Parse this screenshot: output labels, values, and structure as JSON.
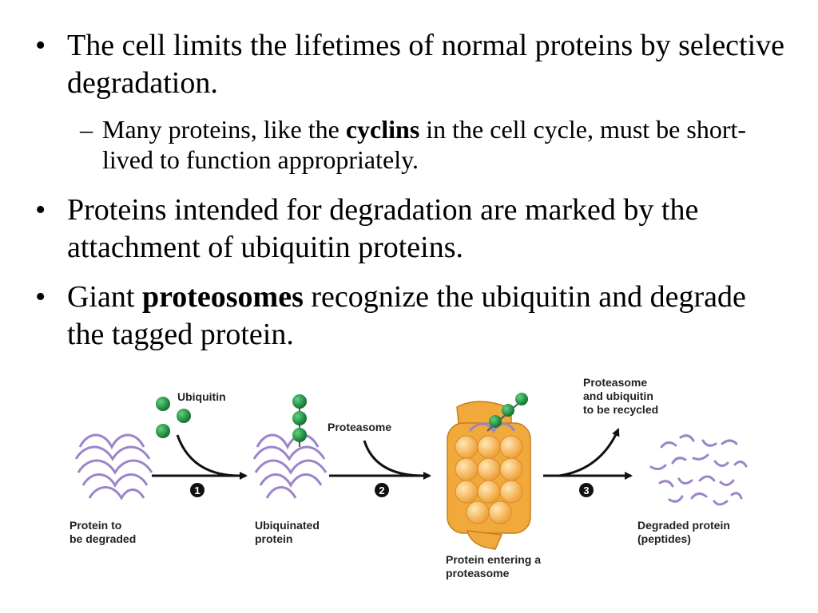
{
  "bullets": [
    {
      "text": "The cell limits the lifetimes of normal proteins by selective degradation."
    },
    {
      "text": "Proteins intended for degradation are marked by the attachment of ubiquitin proteins."
    },
    {
      "pre": "Giant ",
      "bold": "proteosomes",
      "post": " recognize the ubiquitin and degrade the tagged protein."
    }
  ],
  "sub_bullet": {
    "pre": "Many proteins, like the ",
    "bold": "cyclins",
    "post": " in the cell cycle, must be short-lived to function appropriately."
  },
  "symbols": {
    "bullet": "•",
    "dash": "–"
  },
  "diagram": {
    "labels": {
      "ubiquitin": "Ubiquitin",
      "proteasome": "Proteasome",
      "protein_line1": "Protein to",
      "protein_line2": "be degraded",
      "ubiquinated_line1": "Ubiquinated",
      "ubiquinated_line2": "protein",
      "entering_line1": "Protein entering a",
      "entering_line2": "proteasome",
      "recycled_line1": "Proteasome",
      "recycled_line2": "and ubiquitin",
      "recycled_line3": "to be recycled",
      "degraded_line1": "Degraded protein",
      "degraded_line2": "(peptides)"
    },
    "steps": [
      "1",
      "2",
      "3"
    ],
    "colors": {
      "protein": "#9b85c9",
      "ubiquitin": "#1e8a3c",
      "proteasome": "#f2a93b",
      "arrow": "#111111"
    }
  }
}
